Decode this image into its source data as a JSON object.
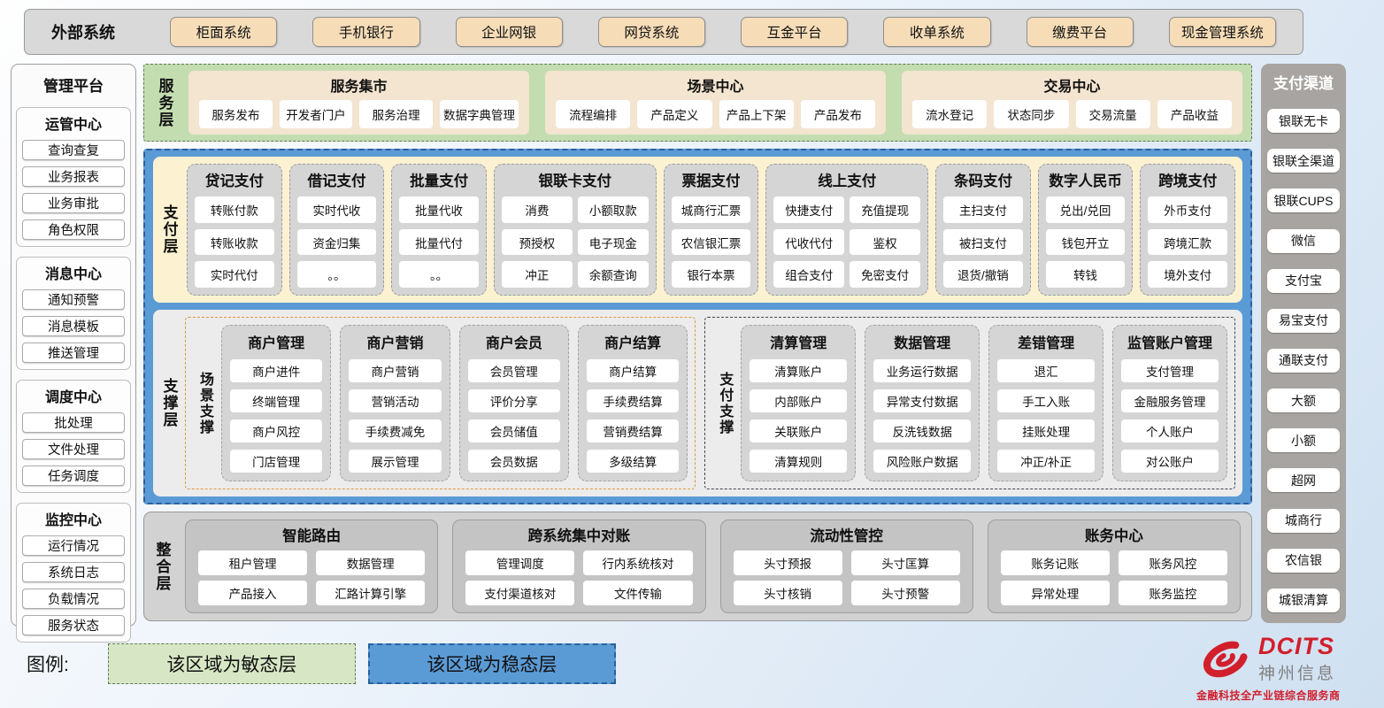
{
  "colors": {
    "stable_blue": "#5b9bd5",
    "agile_green": "#c3ddb0",
    "pay_cream": "#fcf2d1",
    "tan_box": "#f6ddb8",
    "brand_red": "#d21f2c"
  },
  "external": {
    "title": "外部系统",
    "systems": [
      "柜面系统",
      "手机银行",
      "企业网银",
      "网贷系统",
      "互金平台",
      "收单系统",
      "缴费平台",
      "现金管理系统"
    ]
  },
  "management": {
    "title": "管理平台",
    "groups": [
      {
        "title": "运管中心",
        "items": [
          "查询查复",
          "业务报表",
          "业务审批",
          "角色权限"
        ]
      },
      {
        "title": "消息中心",
        "items": [
          "通知预警",
          "消息模板",
          "推送管理"
        ]
      },
      {
        "title": "调度中心",
        "items": [
          "批处理",
          "文件处理",
          "任务调度"
        ]
      },
      {
        "title": "监控中心",
        "items": [
          "运行情况",
          "系统日志",
          "负载情况",
          "服务状态"
        ]
      }
    ]
  },
  "service_layer": {
    "label": "服务层",
    "groups": [
      {
        "title": "服务集市",
        "rows": [
          [
            "服务发布",
            "开发者门户",
            "服务治理",
            "数据字典管理"
          ]
        ]
      },
      {
        "title": "场景中心",
        "rows": [
          [
            "流程编排",
            "产品定义",
            "产品上下架",
            "产品发布"
          ]
        ]
      },
      {
        "title": "交易中心",
        "rows": [
          [
            "流水登记",
            "状态同步",
            "交易流量",
            "产品收益"
          ]
        ]
      }
    ]
  },
  "payment_layer": {
    "label": "支付层",
    "columns": [
      {
        "title": "贷记支付",
        "rows": [
          [
            "转账付款"
          ],
          [
            "转账收款"
          ],
          [
            "实时代付"
          ]
        ]
      },
      {
        "title": "借记支付",
        "rows": [
          [
            "实时代收"
          ],
          [
            "资金归集"
          ],
          [
            "。。"
          ]
        ]
      },
      {
        "title": "批量支付",
        "rows": [
          [
            "批量代收"
          ],
          [
            "批量代付"
          ],
          [
            "。。"
          ]
        ]
      },
      {
        "title": "银联卡支付",
        "rows": [
          [
            "消费",
            "小额取款"
          ],
          [
            "预授权",
            "电子现金"
          ],
          [
            "冲正",
            "余额查询"
          ]
        ]
      },
      {
        "title": "票据支付",
        "rows": [
          [
            "城商行汇票"
          ],
          [
            "农信银汇票"
          ],
          [
            "银行本票"
          ]
        ]
      },
      {
        "title": "线上支付",
        "rows": [
          [
            "快捷支付",
            "充值提现"
          ],
          [
            "代收代付",
            "鉴权"
          ],
          [
            "组合支付",
            "免密支付"
          ]
        ]
      },
      {
        "title": "条码支付",
        "rows": [
          [
            "主扫支付"
          ],
          [
            "被扫支付"
          ],
          [
            "退货/撤销"
          ]
        ]
      },
      {
        "title": "数字人民币",
        "rows": [
          [
            "兑出/兑回"
          ],
          [
            "钱包开立"
          ],
          [
            "转钱"
          ]
        ]
      },
      {
        "title": "跨境支付",
        "rows": [
          [
            "外币支付"
          ],
          [
            "跨境汇款"
          ],
          [
            "境外支付"
          ]
        ]
      }
    ]
  },
  "support_layer": {
    "label": "支撑层",
    "sections": [
      {
        "label": "场景支撑",
        "columns": [
          {
            "title": "商户管理",
            "rows": [
              [
                "商户进件"
              ],
              [
                "终端管理"
              ],
              [
                "商户风控"
              ],
              [
                "门店管理"
              ]
            ]
          },
          {
            "title": "商户营销",
            "rows": [
              [
                "商户营销"
              ],
              [
                "营销活动"
              ],
              [
                "手续费减免"
              ],
              [
                "展示管理"
              ]
            ]
          },
          {
            "title": "商户会员",
            "rows": [
              [
                "会员管理"
              ],
              [
                "评价分享"
              ],
              [
                "会员储值"
              ],
              [
                "会员数据"
              ]
            ]
          },
          {
            "title": "商户结算",
            "rows": [
              [
                "商户结算"
              ],
              [
                "手续费结算"
              ],
              [
                "营销费结算"
              ],
              [
                "多级结算"
              ]
            ]
          }
        ]
      },
      {
        "label": "支付支撑",
        "columns": [
          {
            "title": "清算管理",
            "rows": [
              [
                "清算账户"
              ],
              [
                "内部账户"
              ],
              [
                "关联账户"
              ],
              [
                "清算规则"
              ]
            ]
          },
          {
            "title": "数据管理",
            "rows": [
              [
                "业务运行数据"
              ],
              [
                "异常支付数据"
              ],
              [
                "反洗钱数据"
              ],
              [
                "风险账户数据"
              ]
            ]
          },
          {
            "title": "差错管理",
            "rows": [
              [
                "退汇"
              ],
              [
                "手工入账"
              ],
              [
                "挂账处理"
              ],
              [
                "冲正/补正"
              ]
            ]
          },
          {
            "title": "监管账户管理",
            "rows": [
              [
                "支付管理"
              ],
              [
                "金融服务管理"
              ],
              [
                "个人账户"
              ],
              [
                "对公账户"
              ]
            ]
          }
        ]
      }
    ]
  },
  "integration_layer": {
    "label": "整合层",
    "groups": [
      {
        "title": "智能路由",
        "rows": [
          [
            "租户管理",
            "数据管理"
          ],
          [
            "产品接入",
            "汇路计算引擎"
          ]
        ]
      },
      {
        "title": "跨系统集中对账",
        "rows": [
          [
            "管理调度",
            "行内系统核对"
          ],
          [
            "支付渠道核对",
            "文件传输"
          ]
        ]
      },
      {
        "title": "流动性管控",
        "rows": [
          [
            "头寸预报",
            "头寸匡算"
          ],
          [
            "头寸核销",
            "头寸预警"
          ]
        ]
      },
      {
        "title": "账务中心",
        "rows": [
          [
            "账务记账",
            "账务风控"
          ],
          [
            "异常处理",
            "账务监控"
          ]
        ]
      }
    ]
  },
  "channels": {
    "title": "支付渠道",
    "items": [
      "银联无卡",
      "银联全渠道",
      "银联CUPS",
      "微信",
      "支付宝",
      "易宝支付",
      "通联支付",
      "大额",
      "小额",
      "超网",
      "城商行",
      "农信银",
      "城银清算"
    ]
  },
  "legend": {
    "label": "图例:",
    "agile": "该区域为敏态层",
    "stable": "该区域为稳态层"
  },
  "logo": {
    "name": "DCITS",
    "cn": "神州信息",
    "tagline": "金融科技全产业链综合服务商"
  }
}
